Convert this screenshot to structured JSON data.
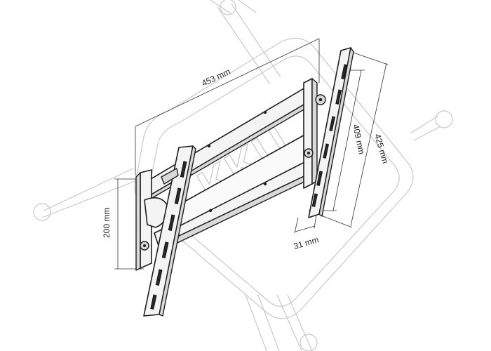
{
  "dimensions": {
    "width_label": "453 mm",
    "left_height_label": "200 mm",
    "arm_inner_label": "409 mm",
    "arm_outer_label": "425 mm",
    "depth_label": "31 mm"
  },
  "watermark": {
    "text": "KKU"
  },
  "colors": {
    "line": "#1d1d1d",
    "watermark": "#c9c9c9"
  }
}
